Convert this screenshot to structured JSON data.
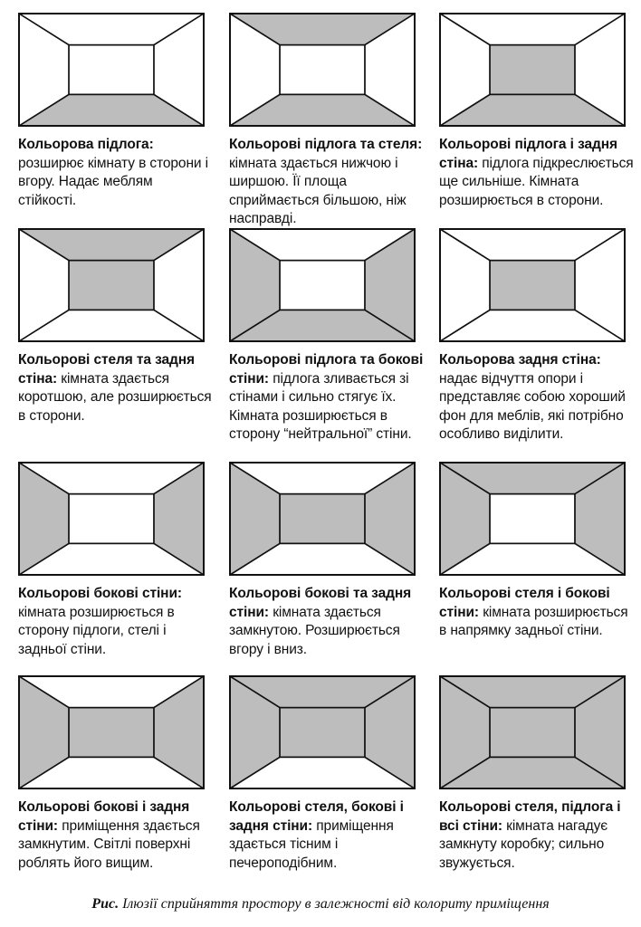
{
  "shade_color": "#bdbdbd",
  "wall_color": "#ffffff",
  "panels": [
    {
      "title": "Кольорова підлога:",
      "text": " розширює кімнату в сторони і вгору. Надає меблям стійкості.",
      "shaded": [
        "floor"
      ]
    },
    {
      "title": "Кольорові підлога та стеля:",
      "text": " кімната здається нижчою і ширшою. Її площа сприймається більшою, ніж насправді.",
      "shaded": [
        "floor",
        "ceiling"
      ]
    },
    {
      "title": "Кольорові підлога і задня стіна:",
      "text": " підлога підкреслюється ще сильніше. Кімната розширюється в сторони.",
      "shaded": [
        "floor",
        "back"
      ]
    },
    {
      "title": "Кольорові стеля та задня стіна:",
      "text": " кімната здається коротшою, але розширюється в сторони.",
      "shaded": [
        "ceiling",
        "back"
      ]
    },
    {
      "title": "Кольорові підлога та бокові стіни:",
      "text": " підлога зливається зі стінами і сильно стягує їх. Кімната розширюється в сторону “нейтральної” стіни.",
      "shaded": [
        "floor",
        "left",
        "right"
      ]
    },
    {
      "title": "Кольорова задня стіна:",
      "text": " надає відчуття опори і представляє собою хороший фон для меблів, які потрібно особливо виділити.",
      "shaded": [
        "back"
      ]
    },
    {
      "title": "Кольорові бокові стіни:",
      "text": " кімната розширюється в сторону підлоги, стелі і задньої стіни.",
      "shaded": [
        "left",
        "right"
      ]
    },
    {
      "title": "Кольорові бокові та задня стіни:",
      "text": " кімната здається замкнутою. Розширюється вгору і вниз.",
      "shaded": [
        "left",
        "right",
        "back"
      ]
    },
    {
      "title": "Кольорові стеля і бокові стіни:",
      "text": " кімната розширюється в напрямку задньої стіни.",
      "shaded": [
        "ceiling",
        "left",
        "right"
      ]
    },
    {
      "title": "Кольорові бокові і задня стіни:",
      "text": " приміщення здається замкнутим. Світлі поверхні роблять його вищим.",
      "shaded": [
        "left",
        "right",
        "back"
      ]
    },
    {
      "title": "Кольорові стеля, бокові і задня стіни:",
      "text": " приміщення здається тісним і печероподібним.",
      "shaded": [
        "ceiling",
        "left",
        "right",
        "back"
      ]
    },
    {
      "title": "Кольорові стеля, підлога і всі стіни:",
      "text": " кімната нагадує замкнуту коробку; сильно звужується.",
      "shaded": [
        "ceiling",
        "floor",
        "left",
        "right",
        "back"
      ]
    }
  ],
  "footer": {
    "label": "Рис.",
    "text": " Ілюзії сприйняття простору в залежності від колориту приміщення"
  }
}
